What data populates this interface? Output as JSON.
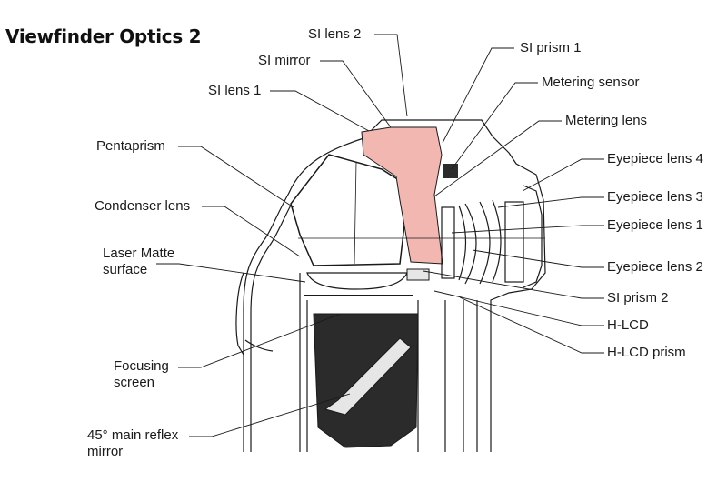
{
  "title": "Viewfinder Optics 2",
  "labels": {
    "si_lens_2": "SI lens 2",
    "si_prism_1": "SI prism 1",
    "si_mirror": "SI mirror",
    "metering_sensor": "Metering sensor",
    "si_lens_1": "SI lens 1",
    "metering_lens": "Metering lens",
    "pentaprism": "Pentaprism",
    "eyepiece_lens_4": "Eyepiece lens 4",
    "eyepiece_lens_3": "Eyepiece lens 3",
    "condenser_lens": "Condenser lens",
    "eyepiece_lens_1": "Eyepiece lens 1",
    "laser_matte_surface_1": "Laser Matte",
    "laser_matte_surface_2": "surface",
    "eyepiece_lens_2": "Eyepiece lens 2",
    "si_prism_2": "SI prism 2",
    "h_lcd": "H-LCD",
    "h_lcd_prism": "H-LCD prism",
    "focusing_screen_1": "Focusing",
    "focusing_screen_2": "screen",
    "main_reflex_mirror_1": "45° main reflex",
    "main_reflex_mirror_2": "mirror"
  },
  "colors": {
    "prism_fill": "#f3b7b2",
    "line": "#1a1a1a",
    "dark_fill": "#2b2b2b"
  }
}
